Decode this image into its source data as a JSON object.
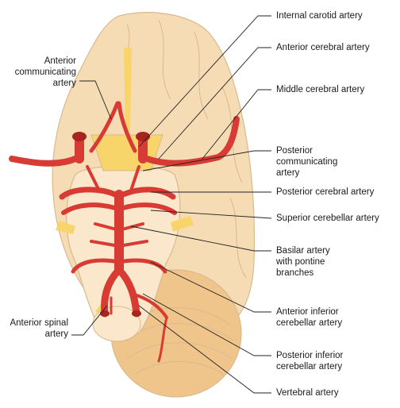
{
  "diagram": {
    "colors": {
      "brain": "#f6dcb4",
      "brain_edge": "#d9b98c",
      "brainstem": "#fbe8cc",
      "cerebellum": "#f0c58c",
      "artery": "#d83a34",
      "artery_dark": "#a82420",
      "nerve": "#f7d56b",
      "leader": "#222222"
    },
    "labels_right": [
      "Internal carotid artery",
      "Anterior cerebral artery",
      "Middle cerebral artery",
      "Posterior\ncommunicating\nartery",
      "Posterior cerebral artery",
      "Superior cerebellar artery",
      "Basilar artery\nwith pontine\nbranches",
      "Anterior inferior\ncerebellar artery",
      "Posterior inferior\ncerebellar artery",
      "Vertebral artery"
    ],
    "labels_left": [
      "Anterior\ncommunicating\nartery",
      "Anterior spinal\nartery"
    ]
  }
}
